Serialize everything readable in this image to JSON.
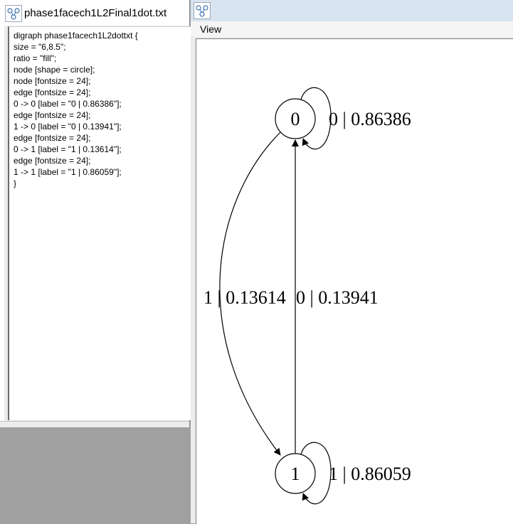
{
  "left_window": {
    "title": "phase1facech1L2Final1dot.txt",
    "icon": "graphviz-icon",
    "lines": [
      "digraph phase1facech1L2dottxt {",
      "size = \"6,8.5\";",
      "ratio = \"fill\";",
      "node [shape = circle];",
      "node [fontsize = 24];",
      "edge [fontsize = 24];",
      "0 -> 0 [label = \"0 | 0.86386\"];",
      "edge [fontsize = 24];",
      "1 -> 0 [label = \"0 | 0.13941\"];",
      "edge [fontsize = 24];",
      "0 -> 1 [label = \"1 | 0.13614\"];",
      "edge [fontsize = 24];",
      "1 -> 1 [label = \"1 | 0.86059\"];",
      "}"
    ]
  },
  "right_window": {
    "icon": "graphviz-icon",
    "menu": {
      "view_label": "View"
    }
  },
  "graph": {
    "nodes": [
      "0",
      "1"
    ],
    "edges": [
      {
        "from": "0",
        "to": "0",
        "label": "0 | 0.86386"
      },
      {
        "from": "1",
        "to": "0",
        "label": "0 | 0.13941"
      },
      {
        "from": "0",
        "to": "1",
        "label": "1 | 0.13614"
      },
      {
        "from": "1",
        "to": "1",
        "label": "1 | 0.86059"
      }
    ]
  }
}
